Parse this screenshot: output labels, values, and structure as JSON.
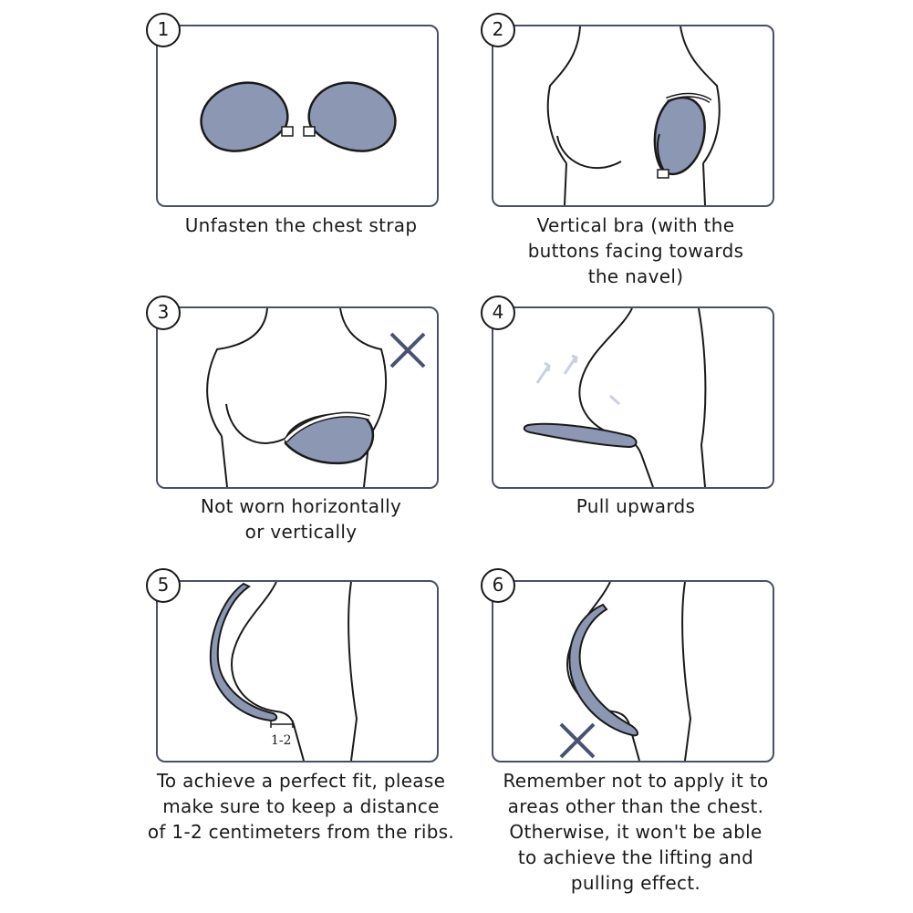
{
  "steps": [
    {
      "number": "1",
      "caption": [
        "Unfasten the chest strap"
      ]
    },
    {
      "number": "2",
      "caption": [
        "Vertical bra (with the",
        "buttons facing towards",
        "the navel)"
      ]
    },
    {
      "number": "3",
      "caption": [
        "Not worn horizontally",
        "or vertically"
      ]
    },
    {
      "number": "4",
      "caption": [
        "Pull upwards"
      ]
    },
    {
      "number": "5",
      "caption": [
        "To achieve a perfect fit, please",
        "make sure to keep a distance",
        "of 1-2 centimeters from the ribs."
      ]
    },
    {
      "number": "6",
      "caption": [
        "Remember not to apply it to",
        "areas other than the chest.",
        "Otherwise, it won't be able",
        "to achieve the lifting and",
        "pulling effect."
      ]
    }
  ],
  "annotations": {
    "distance_label": "1-2"
  },
  "colors": {
    "cup_fill": "#8c97b3",
    "frame": "#4a5066",
    "wrong_mark": "#4a5273"
  },
  "icons": {
    "wrong_mark": "x-mark-icon",
    "arrow": "up-arrow-icon"
  }
}
